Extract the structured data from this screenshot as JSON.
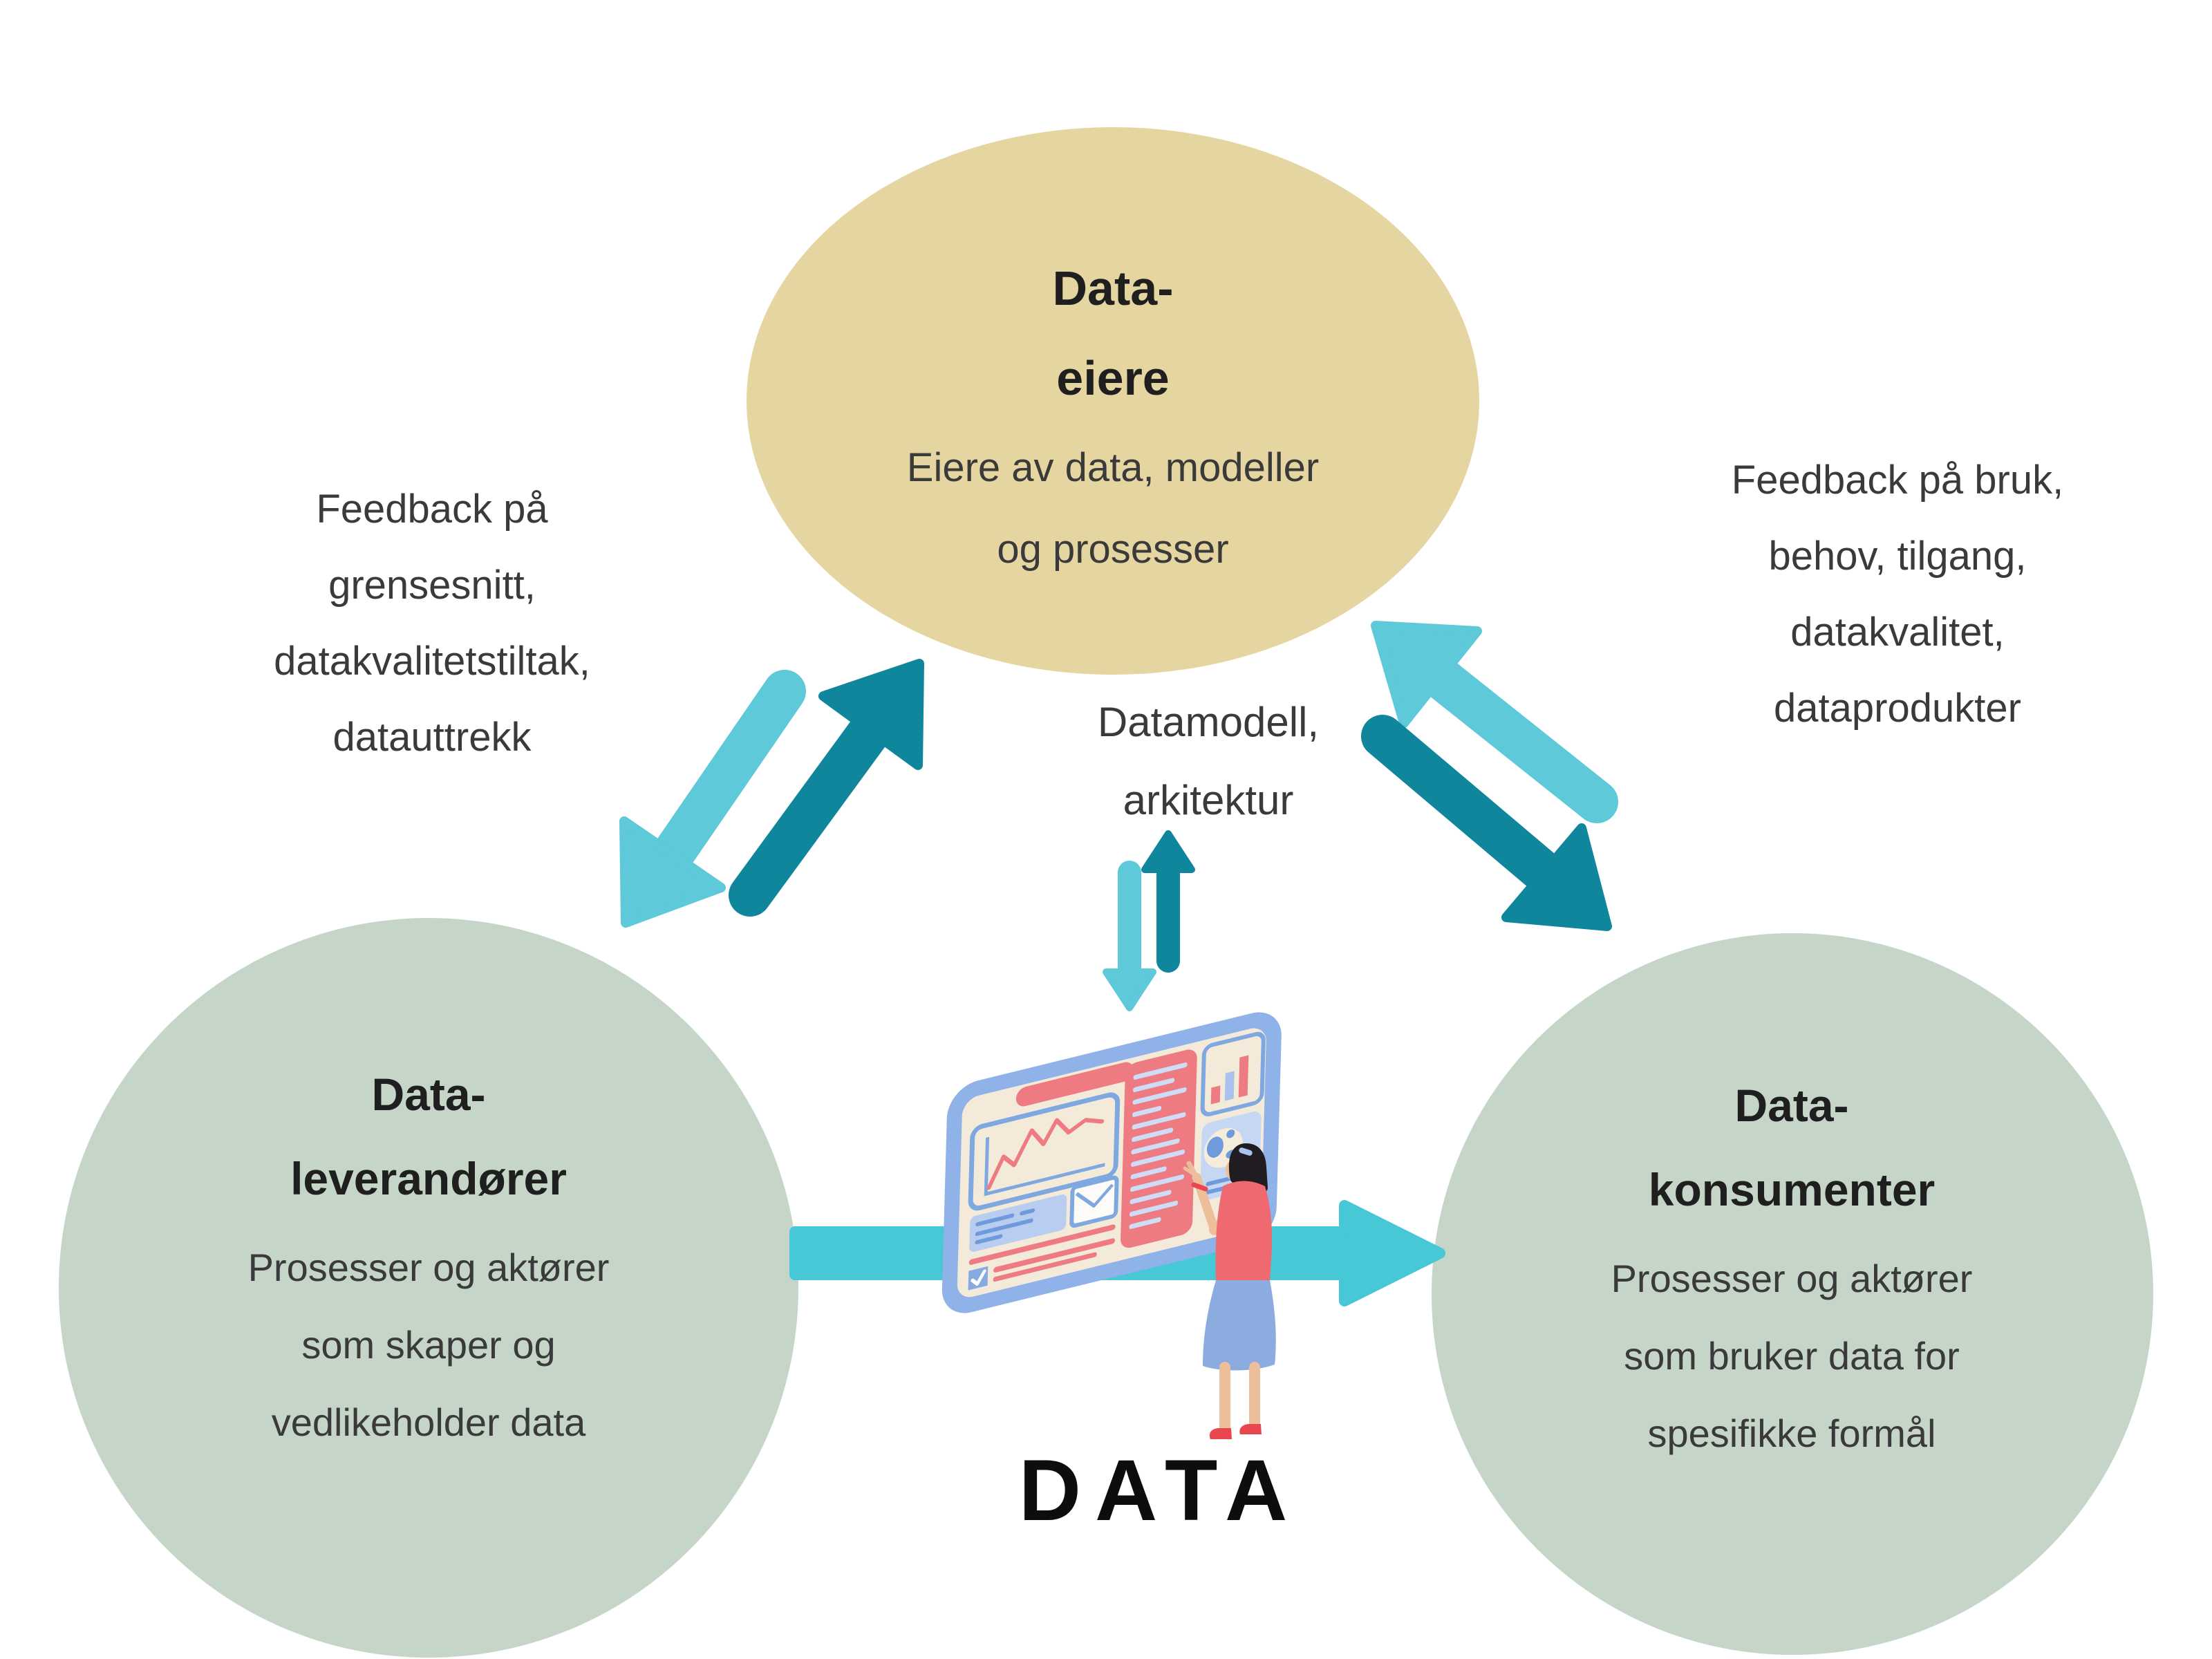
{
  "colors": {
    "background": "#ffffff",
    "tan": "#e5d6a1",
    "sage": "#c5d5c7",
    "teal_light": "#5ec9d9",
    "teal_dark": "#10869c",
    "turquoise": "#47c8d6",
    "text_dark": "#1f1f1f",
    "text_body": "#3a3a3a",
    "dash_frame": "#8fb2e8",
    "dash_screen": "#f3ead9",
    "dash_red": "#ee7a82",
    "dash_blue_panel": "#b9cdf1",
    "dash_blue_line": "#6f9bdc",
    "dash_border": "#7fa7e0",
    "dash_pale_line": "#cfdcf6",
    "skin": "#edbe9a",
    "hair": "#201c21",
    "top_coral": "#ee6a70",
    "skirt_blue": "#8cabdf",
    "shoe_red": "#e8474f"
  },
  "nodes": {
    "data_owners": {
      "title_lines": [
        "Data-",
        "eiere"
      ],
      "subtitle_lines": [
        "Eiere av data, modeller",
        "og prosesser"
      ]
    },
    "data_suppliers": {
      "title_lines": [
        "Data-",
        "leverandører"
      ],
      "subtitle_lines": [
        "Prosesser og aktører",
        "som skaper og",
        "vedlikeholder data"
      ]
    },
    "data_consumers": {
      "title_lines": [
        "Data-",
        "konsumenter"
      ],
      "subtitle_lines": [
        "Prosesser og aktører",
        "som bruker data for",
        "spesifikke formål"
      ]
    }
  },
  "annotations": {
    "feedback_left_lines": [
      "Feedback på",
      "grensesnitt,",
      "datakvalitetstiltak,",
      "datauttrekk"
    ],
    "feedback_right_lines": [
      "Feedback på bruk,",
      "behov, tilgang,",
      "datakvalitet,",
      "dataprodukter"
    ],
    "center_lines": [
      "Datamodell,",
      "arkitektur"
    ],
    "data_label": "DATA"
  },
  "illustration": {
    "icons": [
      "line-chart-icon",
      "envelope-icon",
      "checkbox-icon",
      "bar-chart-icon",
      "globe-icon",
      "woman-figure",
      "arrow-owners-suppliers-down-icon",
      "arrow-suppliers-owners-up-icon",
      "arrow-consumers-owners-up-icon",
      "arrow-owners-consumers-down-icon",
      "arrow-model-down-icon",
      "arrow-model-up-icon",
      "data-flow-arrow-icon"
    ]
  }
}
